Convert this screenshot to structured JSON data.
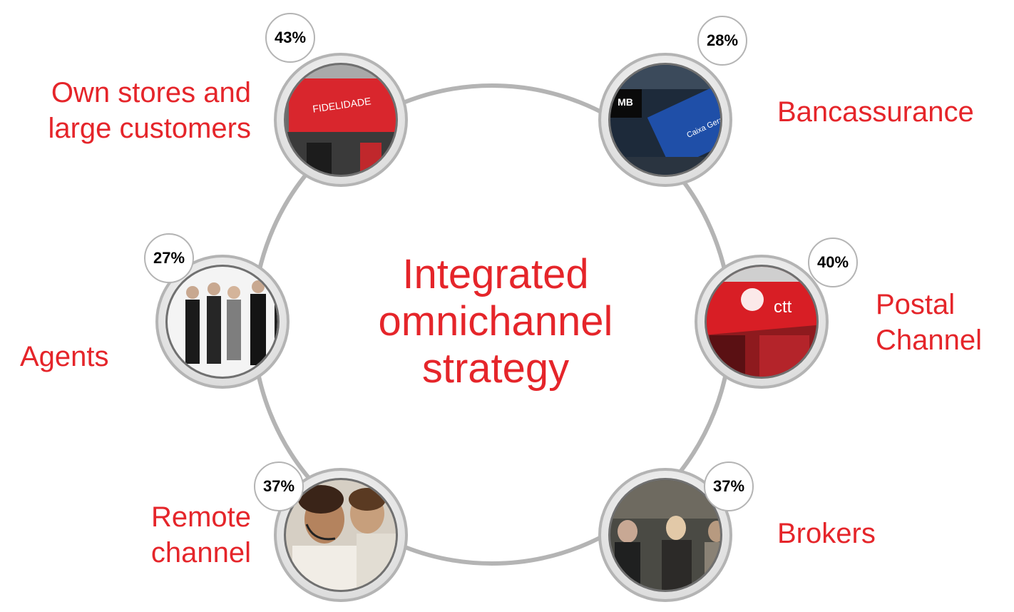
{
  "center": {
    "lines": [
      "Integrated",
      "omnichannel",
      "strategy"
    ]
  },
  "channels": [
    {
      "id": "own-stores",
      "label_lines": [
        "Own stores and",
        "large customers"
      ],
      "percentage": "43%",
      "photo": "fidelidade-storefront"
    },
    {
      "id": "bancassurance",
      "label_lines": [
        "Bancassurance"
      ],
      "percentage": "28%",
      "photo": "bank-signage"
    },
    {
      "id": "postal",
      "label_lines": [
        "Postal",
        "Channel"
      ],
      "percentage": "40%",
      "photo": "ctt-post-office"
    },
    {
      "id": "brokers",
      "label_lines": [
        "Brokers"
      ],
      "percentage": "37%",
      "photo": "business-handshake"
    },
    {
      "id": "remote",
      "label_lines": [
        "Remote",
        "channel"
      ],
      "percentage": "37%",
      "photo": "call-center-agents"
    },
    {
      "id": "agents",
      "label_lines": [
        "Agents"
      ],
      "percentage": "27%",
      "photo": "business-people"
    }
  ],
  "colors": {
    "accent": "#e5252a",
    "ring": "#b4b4b4",
    "ring_inner": "#707070"
  }
}
